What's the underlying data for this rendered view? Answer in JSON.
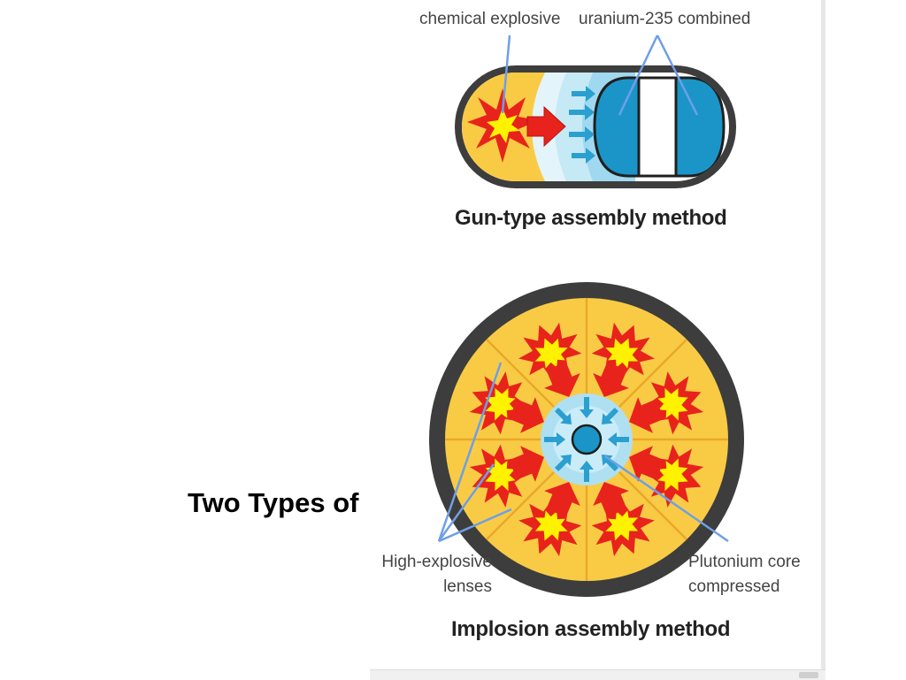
{
  "slide": {
    "title": "Two Types of"
  },
  "diagram": {
    "gun_type": {
      "label_explosive": "chemical explosive",
      "label_uranium": "uranium-235 combined",
      "caption": "Gun-type assembly method"
    },
    "implosion": {
      "label_lenses_line1": "High-explosive",
      "label_lenses_line2": "lenses",
      "label_core_line1": "Plutonium core",
      "label_core_line2": "compressed",
      "caption": "Implosion assembly method"
    }
  },
  "colors": {
    "casing": "#3d3d3d",
    "explosive_fill": "#f9cb45",
    "blast_red": "#e8231c",
    "blast_yellow": "#fff200",
    "uranium_blue": "#1b95c8",
    "shock_blue": "#aee0f2",
    "pointer_blue": "#6f9fe6"
  }
}
